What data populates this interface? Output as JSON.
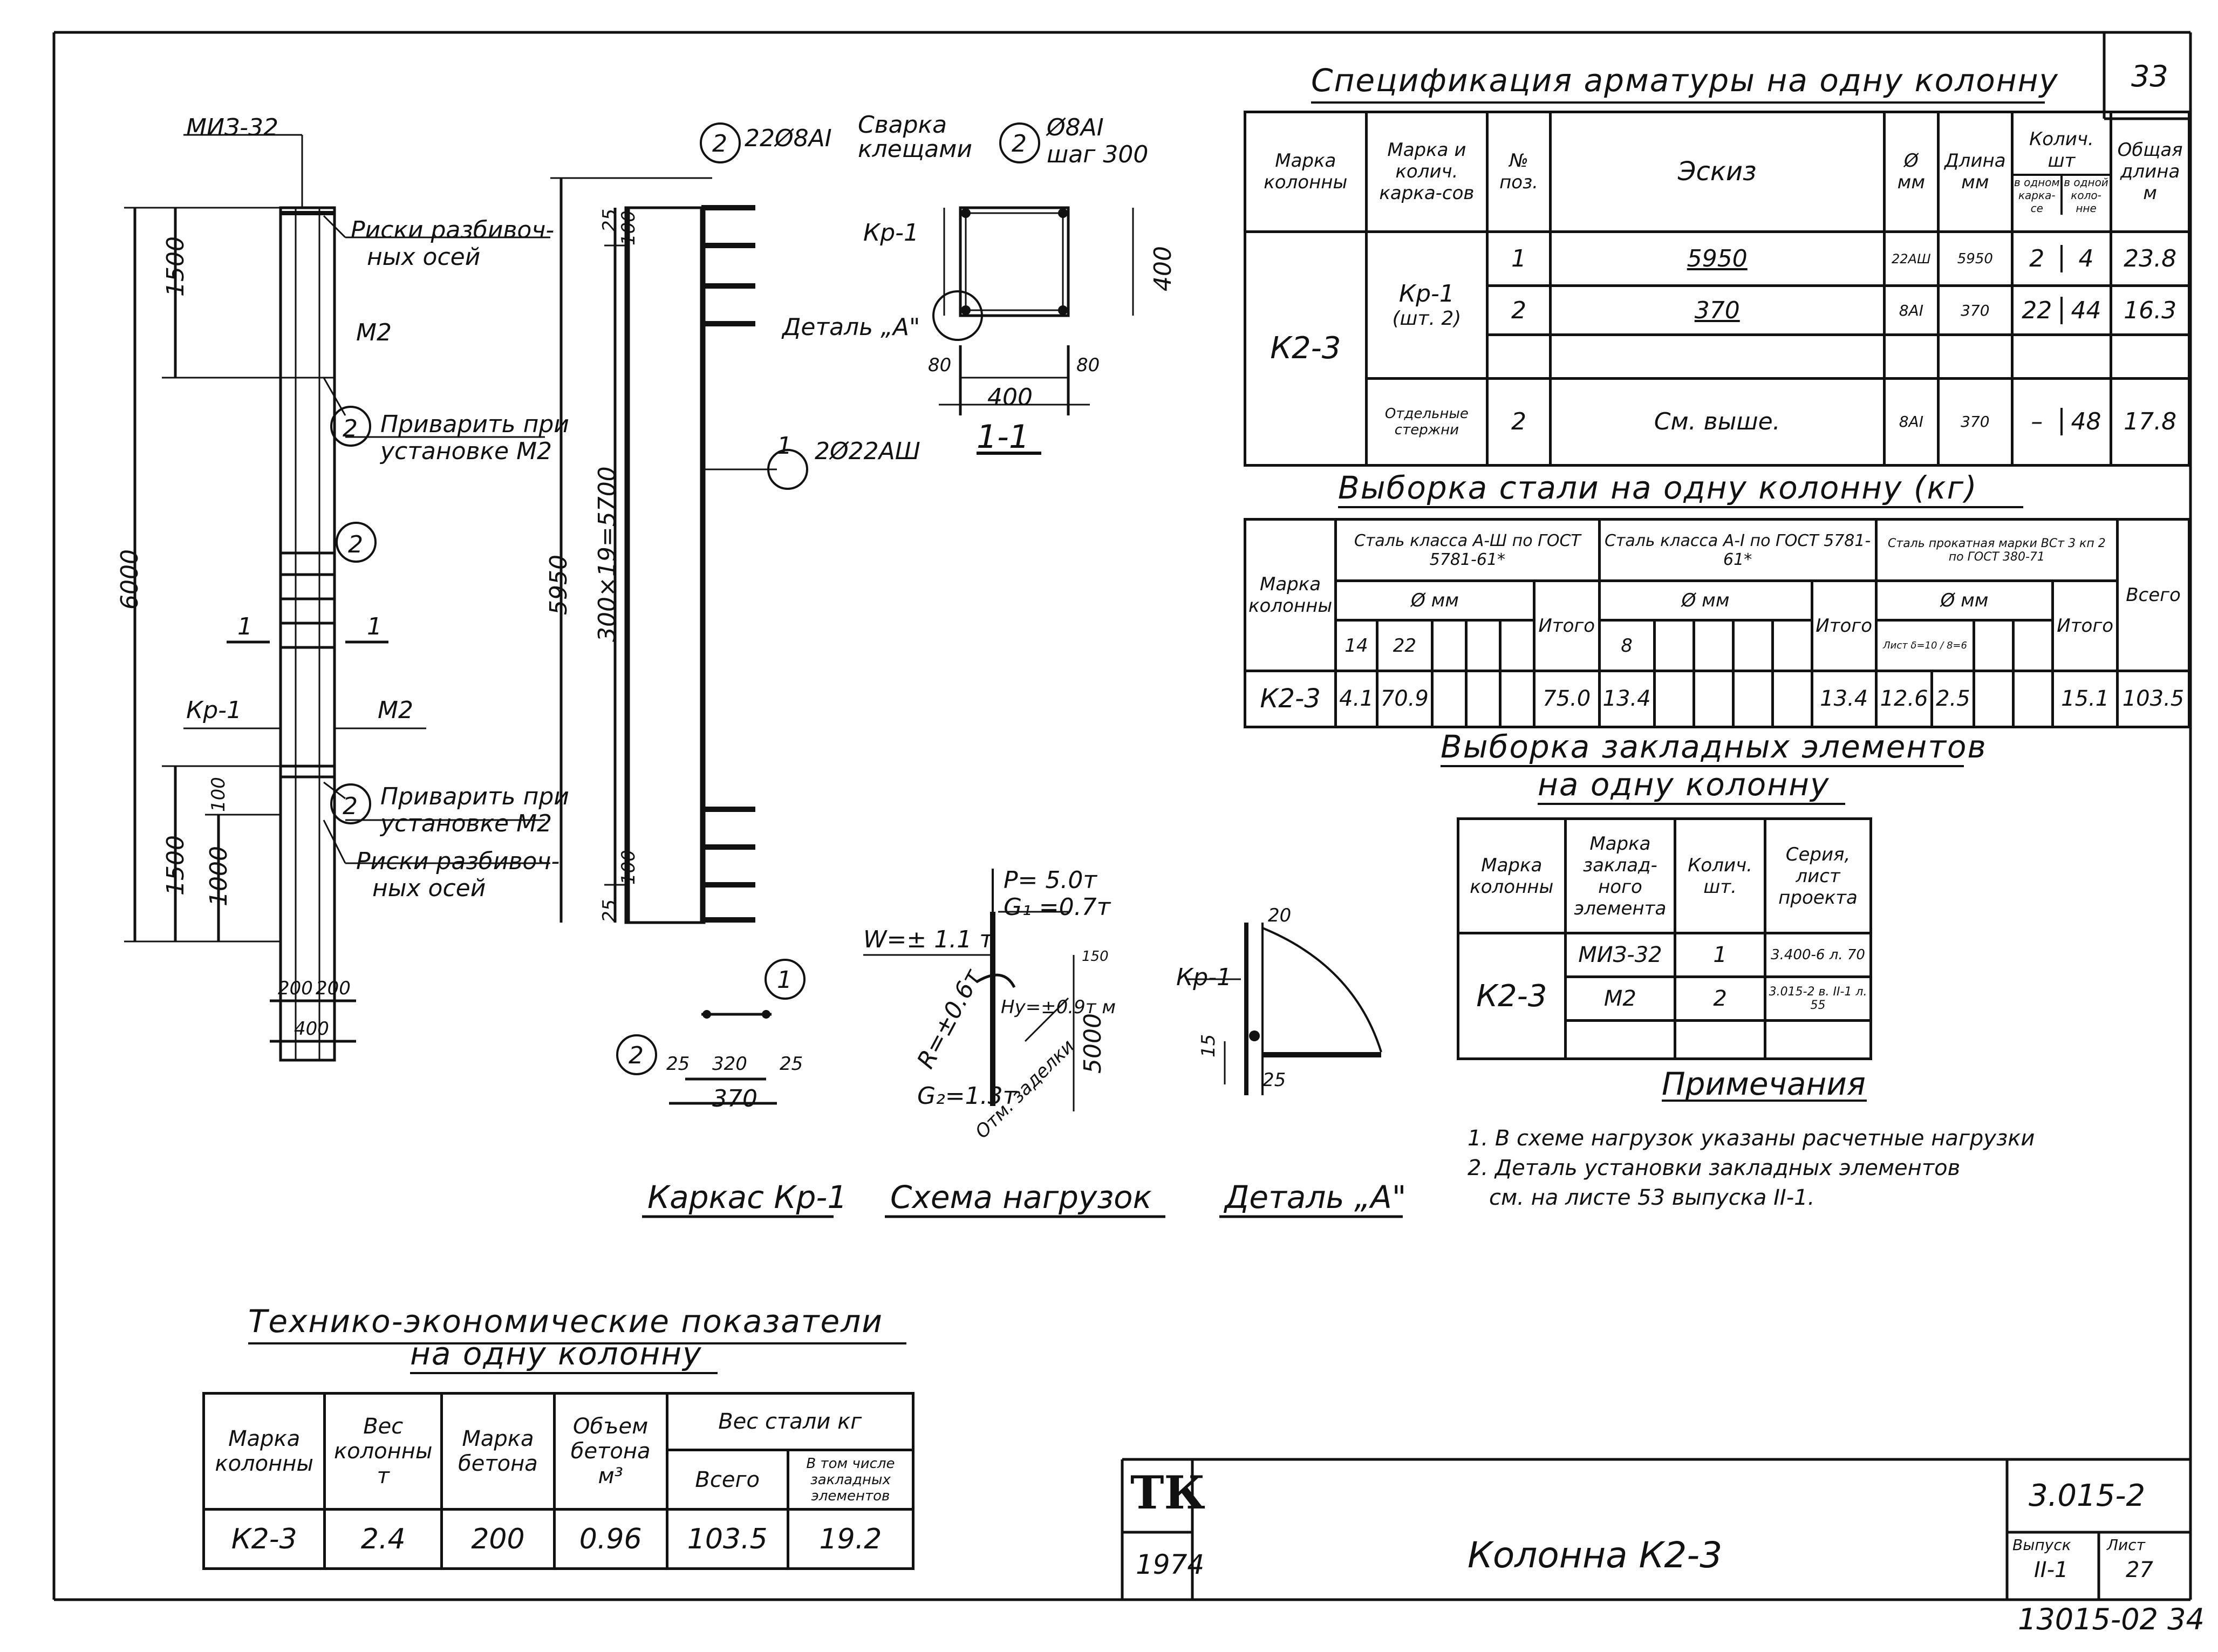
{
  "sheet_number": "33",
  "spec": {
    "title": "Спецификация арматуры на одну колонну",
    "headers": [
      "Марка колонны",
      "Марка и колич. карка-сов",
      "№ поз.",
      "Эскиз",
      "Ø мм",
      "Длина мм",
      "Колич. шт",
      "Общая длина м"
    ],
    "sub_headers": [
      "в одном карка-се",
      "в одной коло-нне"
    ],
    "column": "К2-3",
    "frame": "Кр-1",
    "frame_count": "(шт. 2)",
    "rows": [
      {
        "pos": "1",
        "sketch": "5950",
        "dia": "22АШ",
        "len": "5950",
        "q1": "2",
        "q2": "4",
        "total": "23.8"
      },
      {
        "pos": "2",
        "sketch": "370",
        "dia": "8АI",
        "len": "370",
        "q1": "22",
        "q2": "44",
        "total": "16.3"
      },
      {
        "frame": "Отдельные стержни",
        "pos": "2",
        "sketch": "См. выше.",
        "dia": "8АI",
        "len": "370",
        "q1": "–",
        "q2": "48",
        "total": "17.8"
      }
    ]
  },
  "steel": {
    "title": "Выборка стали на одну колонну (кг)",
    "headers": [
      "Марка колонны",
      "Сталь класса А-Ш по ГОСТ 5781-61*",
      "Сталь класса А-I по ГОСТ 5781-61*",
      "Сталь прокатная марки ВСт 3 кп 2 по ГОСТ 380-71",
      "Всего"
    ],
    "dmm": "Ø мм",
    "itogo": "Итого",
    "dias_a3": [
      "14",
      "22"
    ],
    "dias_a1": [
      "8"
    ],
    "dias_rolled": "Лист δ=10 / 8=6",
    "row": [
      "К2-3",
      "4.1",
      "70.9",
      "75.0",
      "13.4",
      "13.4",
      "12.6",
      "2.5",
      "15.1",
      "103.5"
    ]
  },
  "embedded": {
    "title1": "Выборка закладных элементов",
    "title2": "на одну колонну",
    "headers": [
      "Марка колонны",
      "Марка заклад-ного элемента",
      "Колич. шт.",
      "Серия, лист проекта"
    ],
    "column": "К2-3",
    "rows": [
      {
        "mark": "МИЗ-32",
        "qty": "1",
        "series": "3.400-6 л. 70"
      },
      {
        "mark": "М2",
        "qty": "2",
        "series": "3.015-2 в. II-1 л. 55"
      }
    ]
  },
  "notes": {
    "title": "Примечания",
    "items": [
      "1. В схеме нагрузок указаны расчетные нагрузки",
      "2. Деталь установки закладных элементов",
      "см. на листе 53 выпуска II-1."
    ]
  },
  "tech": {
    "title1": "Технико-экономические показатели",
    "title2": "на одну колонну",
    "headers": [
      "Марка колонны",
      "Вес колонны т",
      "Марка бетона",
      "Объем бетона м³",
      "Вес стали кг",
      "Всего",
      "В том числе закладных элементов"
    ],
    "row": [
      "К2-3",
      "2.4",
      "200",
      "0.96",
      "103.5",
      "19.2"
    ]
  },
  "stamp": {
    "logo": "ТК",
    "year": "1974",
    "name": "Колонна К2-3",
    "series": "3.015-2",
    "issue_label": "Выпуск",
    "issue": "II-1",
    "sheet_label": "Лист",
    "sheet": "27",
    "inventory": "13015-02 34"
  },
  "drawing": {
    "miz": "МИЗ-32",
    "riski_top_1": "Риски разбивоч-",
    "riski_top_2": "ных осей",
    "m2_top": "М2",
    "weld_top_1": "Приварить при",
    "weld_top_2": "установке М2",
    "dim_1500_top": "1500",
    "dim_6000": "6000",
    "dim_1500_bot": "1500",
    "dim_1000": "1000",
    "dim_100": "100",
    "sec_1a": "1",
    "sec_1b": "1",
    "kr1_left": "Кр-1",
    "m2_bot": "М2",
    "weld_bot_1": "Приварить при",
    "weld_bot_2": "установке М2",
    "riski_bot_1": "Риски разбивоч-",
    "riski_bot_2": "ных осей",
    "dim_200a": "200",
    "dim_200b": "200",
    "dim_400_col": "400",
    "pos2": "2",
    "pos1": "1",
    "bar_22": "22Ø8АI",
    "svarka_1": "Сварка",
    "svarka_2": "клещами",
    "bar_8_1": "Ø8АI",
    "bar_8_2": "шаг 300",
    "dim_5950": "5950",
    "dim_300x19": "300×19=5700",
    "dim_25_top": "25",
    "dim_100_top": "100",
    "dim_25_bot": "25",
    "dim_100_bot": "100",
    "bar_2_22": "2Ø22АШ",
    "kr1_sec": "Кр-1",
    "detail_a": "Деталь „А\"",
    "dim_400_sec_v": "400",
    "dim_400_sec_h": "400",
    "dim_80a": "80",
    "dim_80b": "80",
    "section_11": "1-1",
    "dim_25a": "25",
    "dim_320": "320",
    "dim_25b": "25",
    "dim_370": "370",
    "load_P": "P= 5.0т",
    "load_G1": "G₁ =0.7т",
    "load_W": "W=± 1.1 т",
    "load_R": "R=±0.6т",
    "load_H": "Hу=±0.9т м",
    "load_G2": "G₂=1.3т",
    "load_level": "Отм. заделки",
    "dim_5000": "5000",
    "dim_150": "150",
    "det_kr1": "Кр-1",
    "det_20": "20",
    "det_15": "15",
    "det_25": "25",
    "cap_kr1": "Каркас Кр-1",
    "cap_load": "Схема нагрузок",
    "cap_det": "Деталь „А\""
  }
}
